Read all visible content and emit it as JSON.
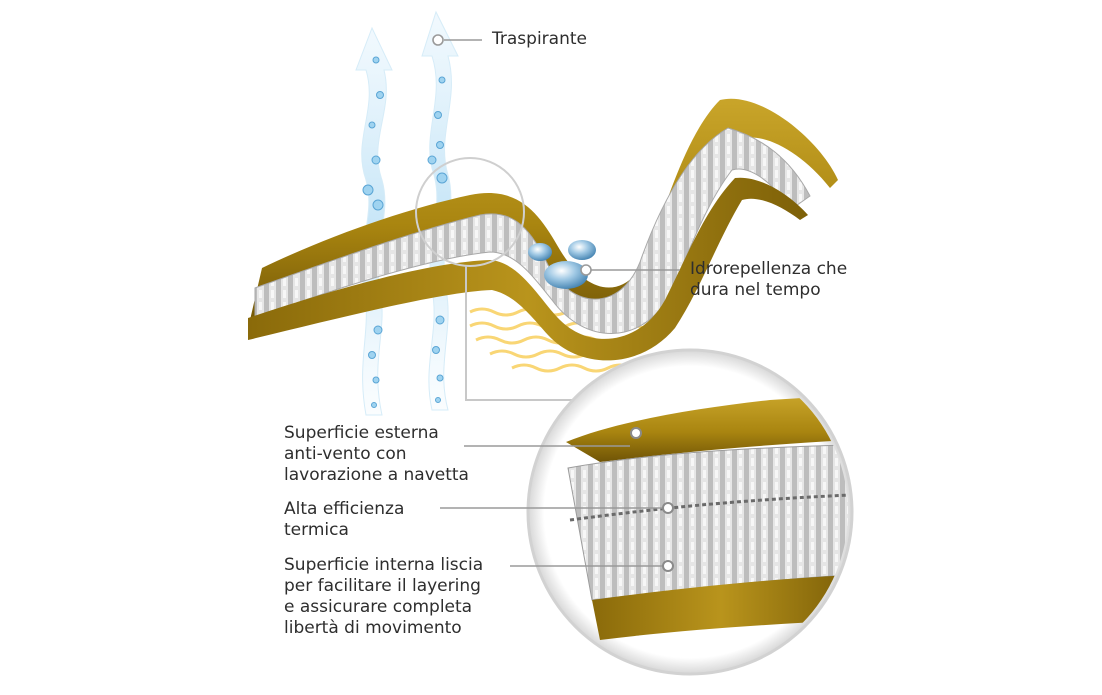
{
  "labels": {
    "traspirante": "Traspirante",
    "idrorepellenza": [
      "Idrorepellenza che",
      "dura nel tempo"
    ],
    "superficie_esterna": [
      "Superficie esterna",
      "anti-vento con",
      "lavorazione a navetta"
    ],
    "alta_efficienza": [
      "Alta efficienza",
      "termica"
    ],
    "superficie_interna": [
      "Superficie interna liscia",
      "per facilitare il layering",
      "e assicurare completa",
      "libertà di movimento"
    ]
  },
  "colors": {
    "fabric_gold": "#b08a14",
    "fabric_dark": "#7a5e08",
    "fleece": "#d9d9d9",
    "vapor_blue": "#8ec9ec",
    "heat_yellow": "#f7c948",
    "leader_gray": "#9a9a9a"
  }
}
